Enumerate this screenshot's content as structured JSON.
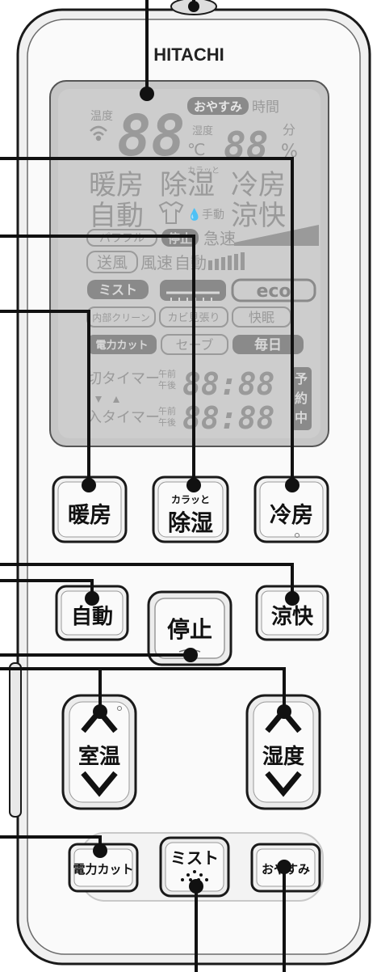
{
  "brand": "HITACHI",
  "lcd": {
    "temp_icon": "温度",
    "temp_digits": "88",
    "celsius": "℃",
    "humid_label": "湿度",
    "oyasumi_badge": "おやすみ",
    "time_label": "時間",
    "minute_label": "分",
    "percent": "%",
    "time_digits": "88",
    "mode_row1": [
      "暖房",
      "除湿",
      "冷房"
    ],
    "karatto": "カラッと",
    "mode_row2": [
      "自動",
      "涼快"
    ],
    "shudo": "手動",
    "row3": [
      "パワフル",
      "停止",
      "急速"
    ],
    "row4": [
      "送風",
      "風速",
      "自動"
    ],
    "row5": [
      "ミスト",
      "eco"
    ],
    "row6": [
      "内部クリーン",
      "カビ見張り",
      "快眠"
    ],
    "row7": [
      "電力カット",
      "セーブ",
      "毎日"
    ],
    "timer_off": "切タイマー",
    "timer_on": "入タイマー",
    "am": "午前",
    "pm": "午後",
    "clock_digits": "88:88",
    "yoyaku": [
      "予",
      "約",
      "中"
    ]
  },
  "buttons": {
    "heating": "暖房",
    "dehumid_small": "カラッと",
    "dehumid": "除湿",
    "cooling": "冷房",
    "auto": "自動",
    "stop": "停止",
    "cool_comfort": "涼快",
    "room_temp": "室温",
    "humidity": "湿度",
    "power_cut": "電力カット",
    "mist": "ミスト",
    "oyasumi": "おやすみ"
  },
  "colors": {
    "body": "#f7f7f7",
    "outline": "#1a1a1a",
    "lcd_bg": "#c8c8c8",
    "lcd_text": "#9a9a9a",
    "lcd_dark": "#7a7a7a",
    "button_face": "#f2f2f2"
  },
  "icons": {
    "signal": "wireless-signal-icon",
    "up": "chevron-up-icon",
    "down": "chevron-down-icon"
  }
}
